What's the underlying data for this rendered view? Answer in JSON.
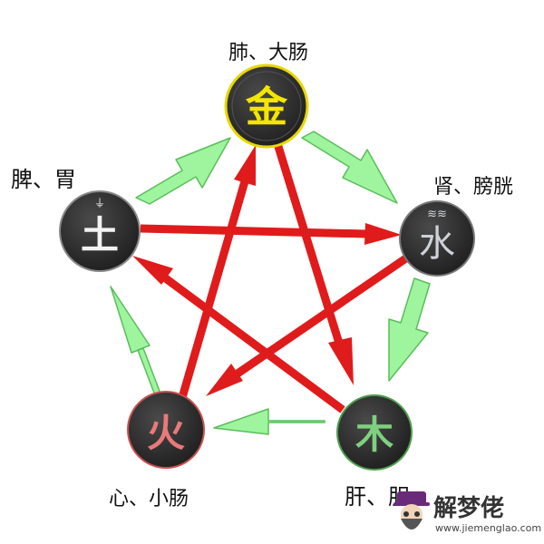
{
  "nodes": {
    "metal": {
      "symbol": "金",
      "organs": "肺、大肠",
      "color": "#f3e600"
    },
    "water": {
      "symbol": "水",
      "organs": "肾、膀胱",
      "color": "#cfd2d6"
    },
    "wood": {
      "symbol": "木",
      "organs": "肝、胆",
      "color": "#7fd07f"
    },
    "fire": {
      "symbol": "火",
      "organs": "心、小肠",
      "color": "#e97a7a"
    },
    "earth": {
      "symbol": "土",
      "organs": "脾、胃",
      "color": "#f2f2f2"
    }
  },
  "colors": {
    "node_fill": "#2b2b2b",
    "generating_arrow": "#9ef59e",
    "generating_arrow_edge": "#5bbd5b",
    "controlling_arrow": "#e01b1b"
  },
  "watermark": {
    "brand": "解梦佬",
    "url": "www.jiemenglao.com"
  }
}
